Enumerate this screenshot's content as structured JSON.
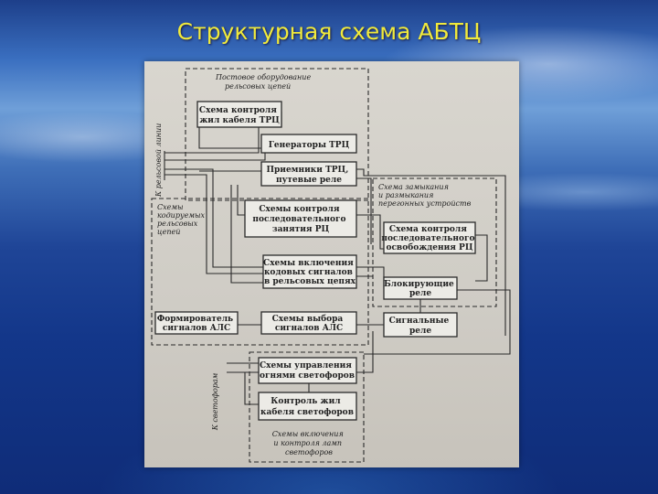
{
  "slide": {
    "title": "Структурная схема АБТЦ"
  },
  "diagram": {
    "regions": {
      "track_circuit_equipment": [
        "Постовое оборудование",
        "рельсовых цепей"
      ],
      "coded_circuits": [
        "Схемы",
        "кодируемых",
        "рельсовых",
        "цепей"
      ],
      "locking_release": [
        "Схема замыкания",
        "и размыкания",
        "перегонных устройств"
      ],
      "lamp_switching": [
        "Схемы включения",
        "и контроля ламп",
        "светофоров"
      ]
    },
    "blocks": {
      "cable_control": [
        "Схема контроля",
        "жил кабеля ТРЦ"
      ],
      "trc_generators": [
        "Генераторы ТРЦ"
      ],
      "trc_receivers": [
        "Приемники ТРЦ,",
        "путевые реле"
      ],
      "occupancy_control": [
        "Схемы контроля",
        "последовательного",
        "занятия РЦ"
      ],
      "release_control": [
        "Схема контроля",
        "последовательного",
        "освобождения РЦ"
      ],
      "code_switching": [
        "Схемы включения",
        "кодовых сигналов",
        "в рельсовых цепях"
      ],
      "blocking_relays": [
        "Блокирующие",
        "реле"
      ],
      "als_former": [
        "Формирователь",
        "сигналов АЛС"
      ],
      "als_selection": [
        "Схемы выбора",
        "сигналов АЛС"
      ],
      "signal_relays": [
        "Сигнальные",
        "реле"
      ],
      "signal_control": [
        "Схемы управления",
        "огнями светофоров"
      ],
      "signal_cable_control": [
        "Контроль жил",
        "кабеля светофоров"
      ]
    },
    "side_labels": {
      "to_rail_line": "К рельсовой линии",
      "to_signals": "К светофорам"
    }
  }
}
